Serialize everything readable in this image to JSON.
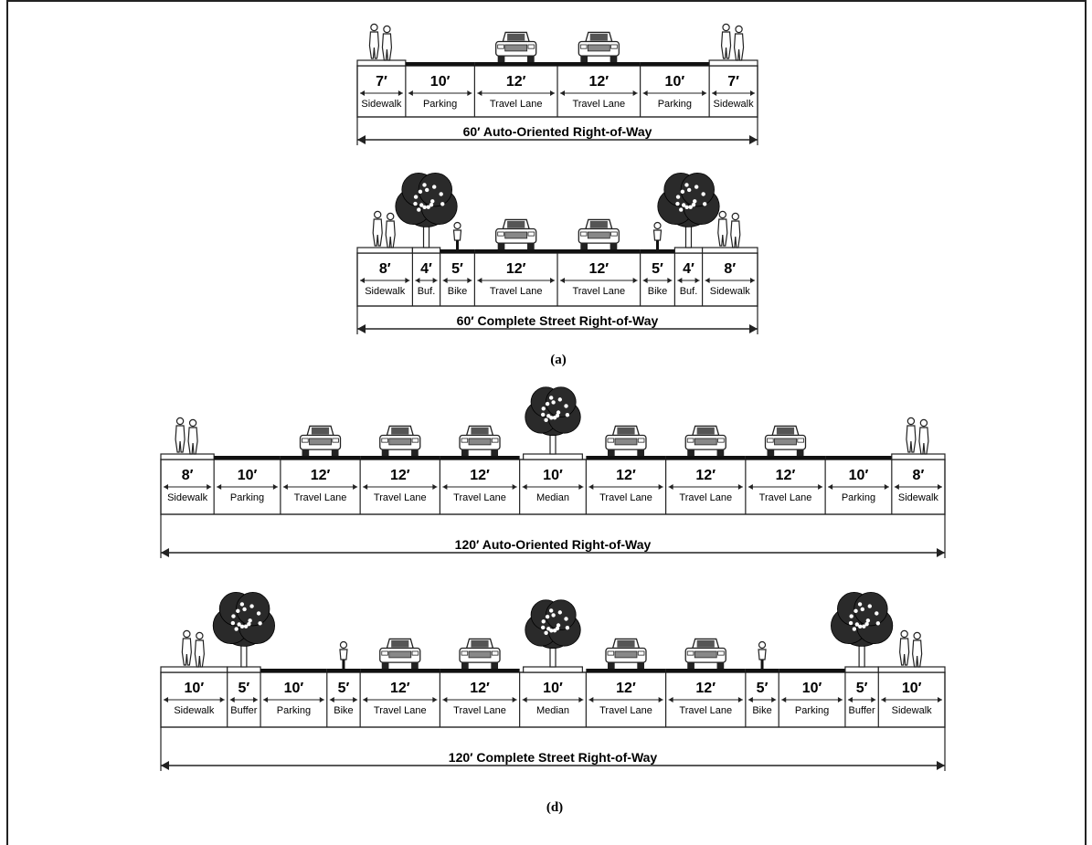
{
  "diagrams": [
    {
      "title": "60′ Auto-Oriented Right-of-Way",
      "segments": [
        {
          "width": "7′",
          "label": "Sidewalk",
          "kind": "sidewalk"
        },
        {
          "width": "10′",
          "label": "Parking",
          "kind": "parking"
        },
        {
          "width": "12′",
          "label": "Travel Lane",
          "kind": "lane"
        },
        {
          "width": "12′",
          "label": "Travel Lane",
          "kind": "lane"
        },
        {
          "width": "10′",
          "label": "Parking",
          "kind": "parking"
        },
        {
          "width": "7′",
          "label": "Sidewalk",
          "kind": "sidewalk"
        }
      ]
    },
    {
      "title": "60′ Complete Street Right-of-Way",
      "segments": [
        {
          "width": "8′",
          "label": "Sidewalk",
          "kind": "sidewalk"
        },
        {
          "width": "4′",
          "label": "Buf.",
          "kind": "buffer"
        },
        {
          "width": "5′",
          "label": "Bike",
          "kind": "bike"
        },
        {
          "width": "12′",
          "label": "Travel Lane",
          "kind": "lane"
        },
        {
          "width": "12′",
          "label": "Travel Lane",
          "kind": "lane"
        },
        {
          "width": "5′",
          "label": "Bike",
          "kind": "bike"
        },
        {
          "width": "4′",
          "label": "Buf.",
          "kind": "buffer"
        },
        {
          "width": "8′",
          "label": "Sidewalk",
          "kind": "sidewalk"
        }
      ]
    },
    {
      "title": "120′ Auto-Oriented Right-of-Way",
      "segments": [
        {
          "width": "8′",
          "label": "Sidewalk",
          "kind": "sidewalk"
        },
        {
          "width": "10′",
          "label": "Parking",
          "kind": "parking"
        },
        {
          "width": "12′",
          "label": "Travel Lane",
          "kind": "lane"
        },
        {
          "width": "12′",
          "label": "Travel Lane",
          "kind": "lane"
        },
        {
          "width": "12′",
          "label": "Travel Lane",
          "kind": "lane"
        },
        {
          "width": "10′",
          "label": "Median",
          "kind": "median"
        },
        {
          "width": "12′",
          "label": "Travel Lane",
          "kind": "lane"
        },
        {
          "width": "12′",
          "label": "Travel Lane",
          "kind": "lane"
        },
        {
          "width": "12′",
          "label": "Travel Lane",
          "kind": "lane"
        },
        {
          "width": "10′",
          "label": "Parking",
          "kind": "parking"
        },
        {
          "width": "8′",
          "label": "Sidewalk",
          "kind": "sidewalk"
        }
      ]
    },
    {
      "title": "120′ Complete Street Right-of-Way",
      "segments": [
        {
          "width": "10′",
          "label": "Sidewalk",
          "kind": "sidewalk"
        },
        {
          "width": "5′",
          "label": "Buffer",
          "kind": "buffer"
        },
        {
          "width": "10′",
          "label": "Parking",
          "kind": "parking"
        },
        {
          "width": "5′",
          "label": "Bike",
          "kind": "bike"
        },
        {
          "width": "12′",
          "label": "Travel Lane",
          "kind": "lane"
        },
        {
          "width": "12′",
          "label": "Travel Lane",
          "kind": "lane"
        },
        {
          "width": "10′",
          "label": "Median",
          "kind": "median"
        },
        {
          "width": "12′",
          "label": "Travel Lane",
          "kind": "lane"
        },
        {
          "width": "12′",
          "label": "Travel Lane",
          "kind": "lane"
        },
        {
          "width": "5′",
          "label": "Bike",
          "kind": "bike"
        },
        {
          "width": "10′",
          "label": "Parking",
          "kind": "parking"
        },
        {
          "width": "5′",
          "label": "Buffer",
          "kind": "buffer"
        },
        {
          "width": "10′",
          "label": "Sidewalk",
          "kind": "sidewalk"
        }
      ]
    }
  ],
  "captions": {
    "top": "(a)",
    "bottom": "(d)"
  },
  "icons": [
    "pedestrian-icon",
    "car-icon",
    "tree-icon",
    "cyclist-icon"
  ],
  "colors": {
    "asphalt": "#111111",
    "line": "#222222",
    "tree": "#2a2a2a"
  }
}
